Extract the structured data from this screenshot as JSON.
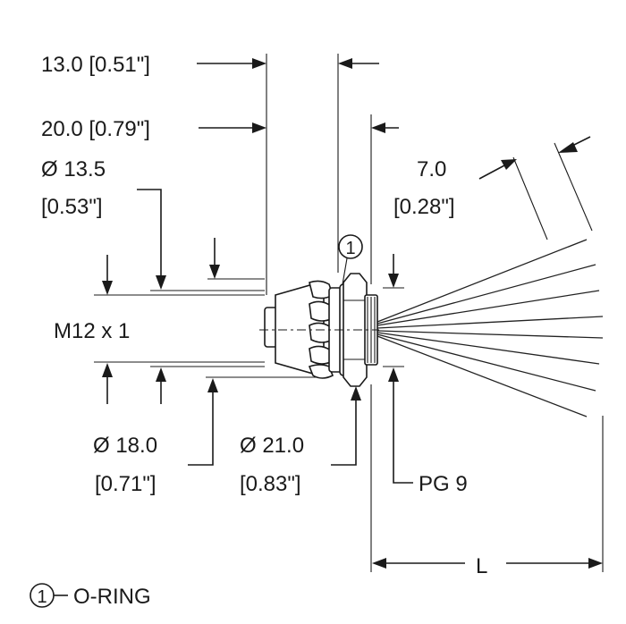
{
  "dimensions": {
    "length_13": "13.0 [0.51\"]",
    "length_20": "20.0 [0.79\"]",
    "dia_13_5_mm": "Ø 13.5",
    "dia_13_5_in": "[0.53\"]",
    "wire_7_mm": "7.0",
    "wire_7_in": "[0.28\"]",
    "thread": "M12 x 1",
    "dia_18_mm": "Ø 18.0",
    "dia_18_in": "[0.71\"]",
    "dia_21_mm": "Ø 21.0",
    "dia_21_in": "[0.83\"]",
    "pg": "PG 9",
    "length_l": "L"
  },
  "callout": {
    "number": "1"
  },
  "legend": {
    "number": "1",
    "label": "O-RING"
  }
}
